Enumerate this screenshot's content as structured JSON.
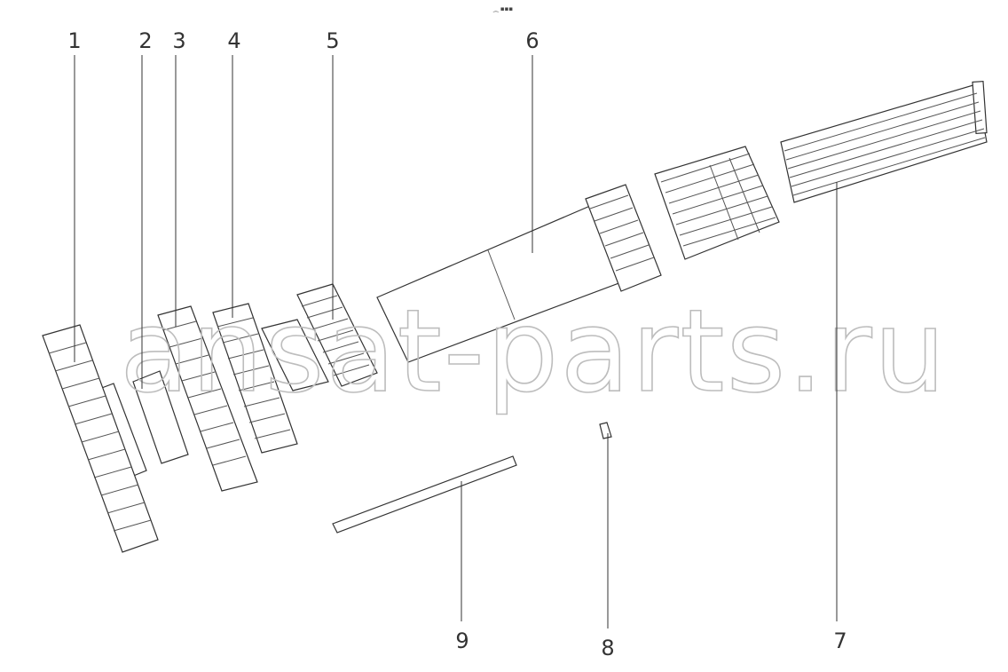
{
  "header_mark": "⁔ ▪▪▪",
  "watermark": "ansat-parts.ru",
  "callouts": [
    {
      "id": "1",
      "label": "1"
    },
    {
      "id": "2",
      "label": "2"
    },
    {
      "id": "3",
      "label": "3"
    },
    {
      "id": "4",
      "label": "4"
    },
    {
      "id": "5",
      "label": "5"
    },
    {
      "id": "6",
      "label": "6"
    },
    {
      "id": "7",
      "label": "7"
    },
    {
      "id": "8",
      "label": "8"
    },
    {
      "id": "9",
      "label": "9"
    }
  ],
  "colors": {
    "line": "#333333",
    "watermark": "#bdbdbd",
    "background": "#ffffff"
  }
}
